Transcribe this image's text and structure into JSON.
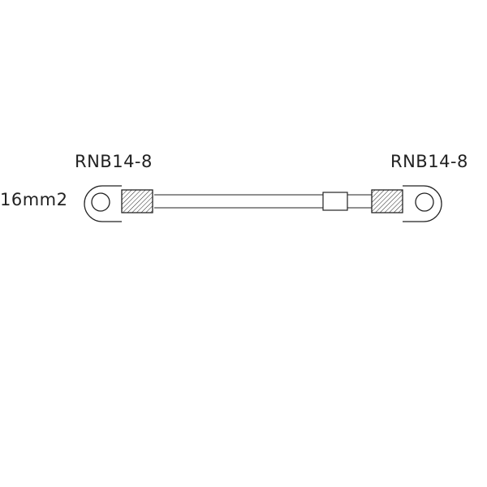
{
  "diagram": {
    "left_terminal": {
      "label": "RNB14-8"
    },
    "right_terminal": {
      "label": "RNB14-8"
    },
    "wire": {
      "size_label": "16mm2"
    },
    "colors": {
      "line": "#222222",
      "background": "#ffffff"
    }
  }
}
